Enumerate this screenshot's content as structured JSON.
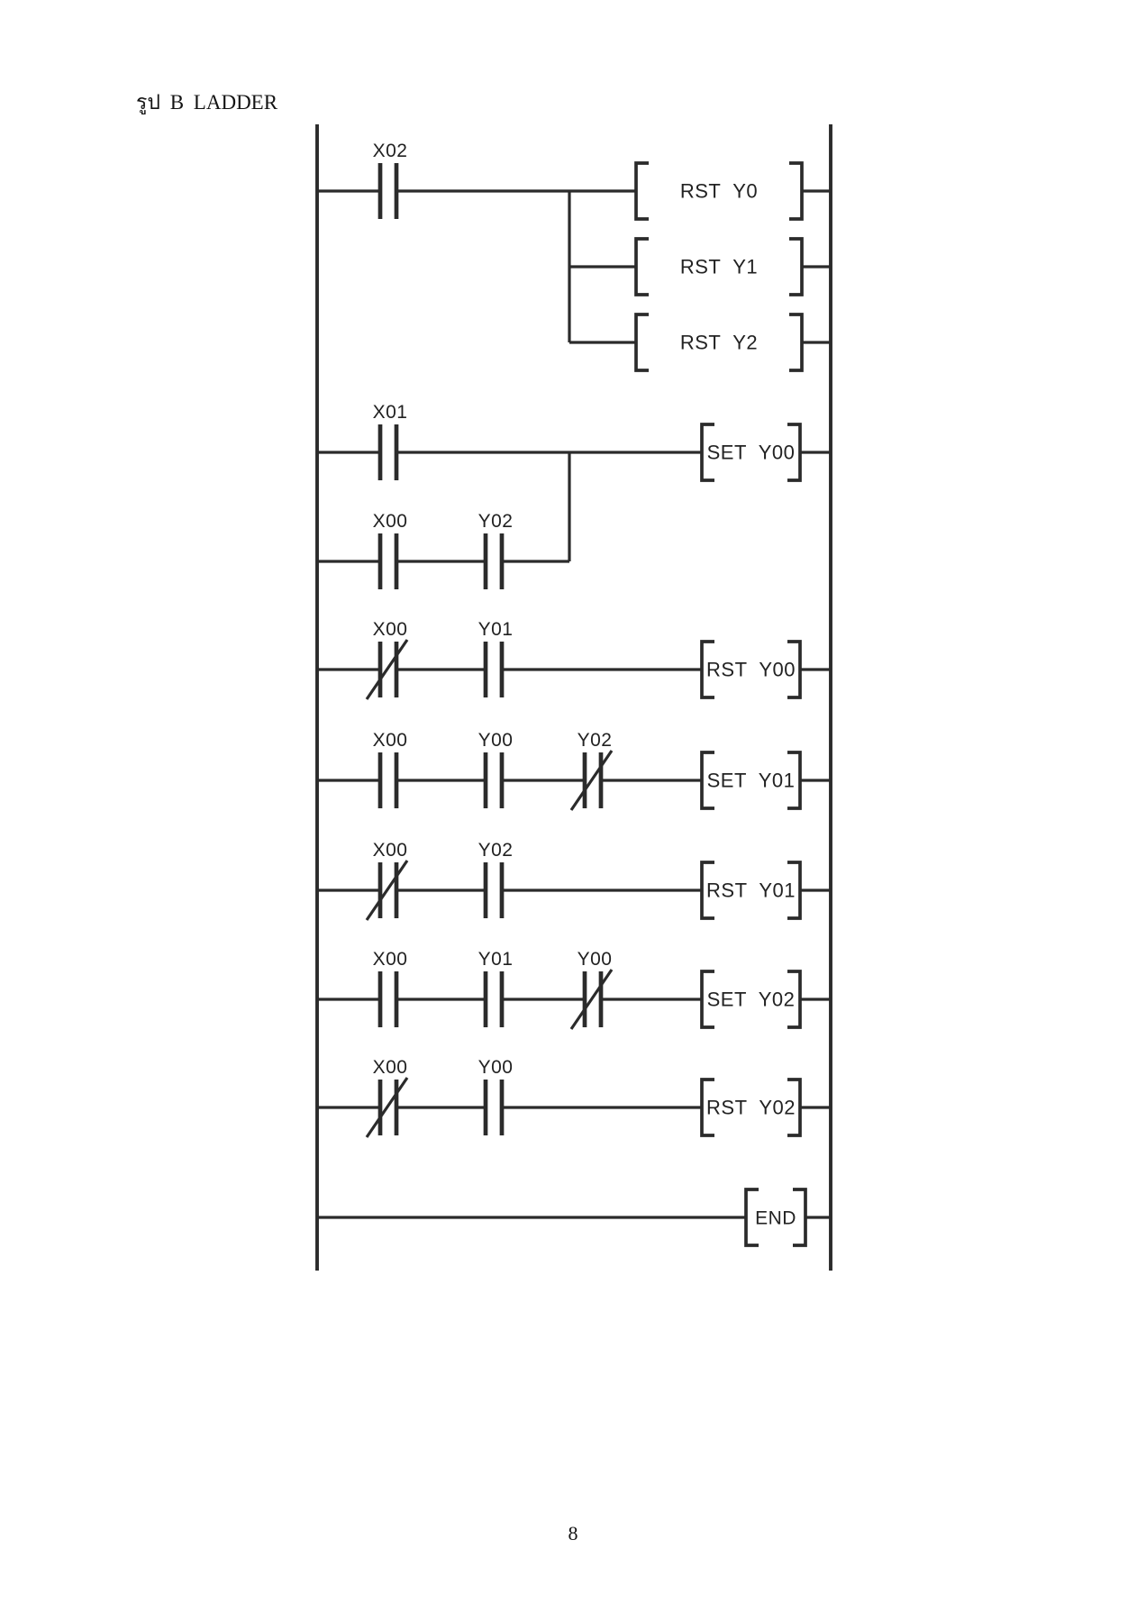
{
  "page": {
    "title": "รูป B LADDER",
    "page_number": "8"
  },
  "colors": {
    "ink": "#2b2b2b",
    "text": "#222222",
    "background": "#ffffff"
  },
  "ladder": {
    "rungs": [
      {
        "kind": "fanout",
        "contacts": [
          {
            "label": "X02",
            "type": "NO"
          }
        ],
        "outputs": [
          {
            "label": "RST Y0"
          },
          {
            "label": "RST Y1"
          },
          {
            "label": "RST Y2"
          }
        ]
      },
      {
        "kind": "parallel",
        "contacts": [
          {
            "label": "X01",
            "type": "NO"
          }
        ],
        "parallel_contacts": [
          {
            "label": "X00",
            "type": "NO"
          },
          {
            "label": "Y02",
            "type": "NO"
          }
        ],
        "outputs": [
          {
            "label": "SET Y00"
          }
        ]
      },
      {
        "kind": "std",
        "contacts": [
          {
            "label": "X00",
            "type": "NC"
          },
          {
            "label": "Y01",
            "type": "NO"
          }
        ],
        "outputs": [
          {
            "label": "RST Y00"
          }
        ]
      },
      {
        "kind": "std",
        "contacts": [
          {
            "label": "X00",
            "type": "NO"
          },
          {
            "label": "Y00",
            "type": "NO"
          },
          {
            "label": "Y02",
            "type": "NC"
          }
        ],
        "outputs": [
          {
            "label": "SET Y01"
          }
        ]
      },
      {
        "kind": "std",
        "contacts": [
          {
            "label": "X00",
            "type": "NC"
          },
          {
            "label": "Y02",
            "type": "NO"
          }
        ],
        "outputs": [
          {
            "label": "RST Y01"
          }
        ]
      },
      {
        "kind": "std",
        "contacts": [
          {
            "label": "X00",
            "type": "NO"
          },
          {
            "label": "Y01",
            "type": "NO"
          },
          {
            "label": "Y00",
            "type": "NC"
          }
        ],
        "outputs": [
          {
            "label": "SET Y02"
          }
        ]
      },
      {
        "kind": "std",
        "contacts": [
          {
            "label": "X00",
            "type": "NC"
          },
          {
            "label": "Y00",
            "type": "NO"
          }
        ],
        "outputs": [
          {
            "label": "RST Y02"
          }
        ]
      },
      {
        "kind": "end",
        "contacts": [],
        "outputs": [
          {
            "label": "END"
          }
        ]
      }
    ]
  }
}
